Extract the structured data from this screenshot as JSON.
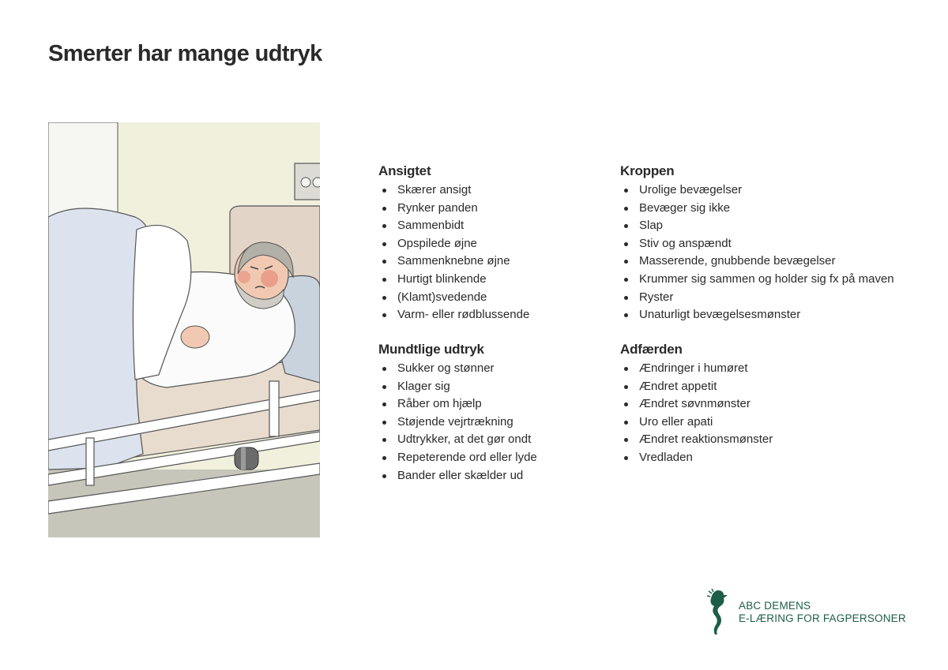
{
  "page": {
    "title": "Smerter har mange udtryk"
  },
  "sections": {
    "face": {
      "heading": "Ansigtet",
      "items": [
        "Skærer ansigt",
        "Rynker panden",
        "Sammenbidt",
        "Opspilede øjne",
        "Sammenknebne øjne",
        "Hurtigt blinkende",
        "(Klamt)svedende",
        "Varm- eller rødblussende"
      ]
    },
    "body": {
      "heading": "Kroppen",
      "items": [
        "Urolige bevægelser",
        "Bevæger sig ikke",
        "Slap",
        "Stiv og anspændt",
        "Masserende, gnubbende bevægelser",
        "Krummer sig sammen og holder sig fx på maven",
        "Ryster",
        "Unaturligt bevægelsesmønster"
      ]
    },
    "verbal": {
      "heading": "Mundtlige udtryk",
      "items": [
        "Sukker og stønner",
        "Klager sig",
        "Råber om hjælp",
        "Støjende vejrtrækning",
        "Udtrykker, at det gør ondt",
        "Repeterende ord eller lyde",
        "Bander eller skælder ud"
      ]
    },
    "behavior": {
      "heading": "Adfærden",
      "items": [
        "Ændringer i humøret",
        "Ændret appetit",
        "Ændret søvnmønster",
        "Uro eller apati",
        "Ændret reaktionsmønster",
        "Vredladen"
      ]
    }
  },
  "logo": {
    "line1": "ABC DEMENS",
    "line2": "E-LÆRING FOR FAGPERSONER",
    "color": "#1d5e49",
    "icon": "seahorse-icon"
  },
  "colors": {
    "text": "#2a2a2a",
    "duvet": "#dce3ee",
    "wall": "#f1f0dc",
    "headboard": "#e2d5c8",
    "floor": "#c6c6bb",
    "blush": "#e26d5c"
  }
}
